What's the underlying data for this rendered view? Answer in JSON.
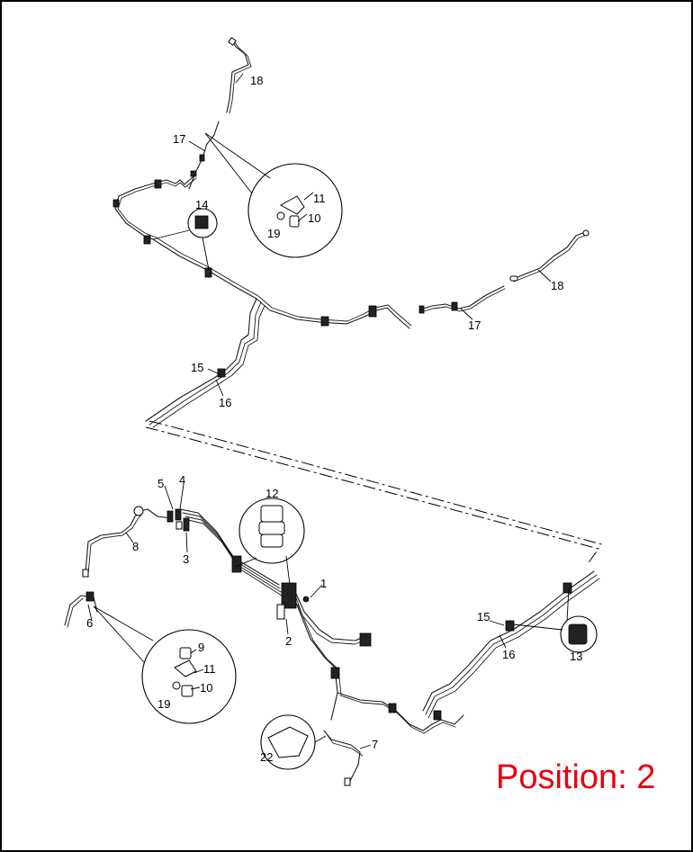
{
  "position_label": "Position: 2",
  "position_color": "#e8000d",
  "callouts": {
    "c1": "1",
    "c2": "2",
    "c3": "3",
    "c4": "4",
    "c5": "5",
    "c6": "6",
    "c7": "7",
    "c8": "8",
    "c9": "9",
    "c10a": "10",
    "c10b": "10",
    "c11a": "11",
    "c11b": "11",
    "c12": "12",
    "c13": "13",
    "c14": "14",
    "c15a": "15",
    "c15b": "15",
    "c16a": "16",
    "c16b": "16",
    "c17a": "17",
    "c17b": "17",
    "c18a": "18",
    "c18b": "18",
    "c19a": "19",
    "c19b": "19",
    "c22": "22"
  }
}
